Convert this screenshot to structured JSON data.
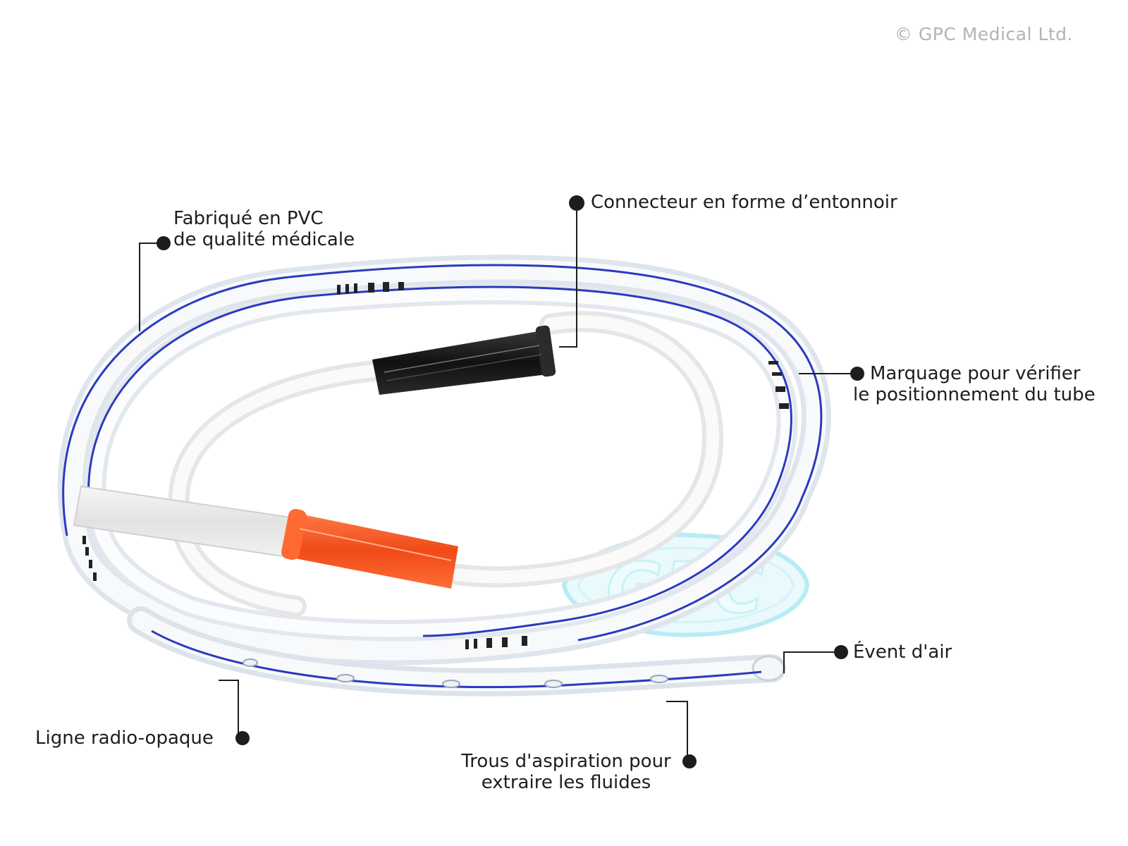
{
  "copyright": "© GPC Medical Ltd.",
  "watermark": "GPC",
  "labels": {
    "pvc": [
      "Fabriqué en PVC",
      "de qualité médicale"
    ],
    "connector": "Connecteur en forme d’entonnoir",
    "marking": [
      "Marquage pour vérifier",
      "le positionnement du tube"
    ],
    "vent": "Évent d'air",
    "radio": "Ligne radio-opaque",
    "holes": [
      "Trous d'aspiration pour",
      "extraire les fluides"
    ]
  },
  "colors": {
    "radio_line": "#2a3bbf",
    "connector_black": "#1a1a1a",
    "connector_orange": "#f25a22",
    "leader": "#1d1d1d",
    "watermark": "#8fe3ef"
  }
}
